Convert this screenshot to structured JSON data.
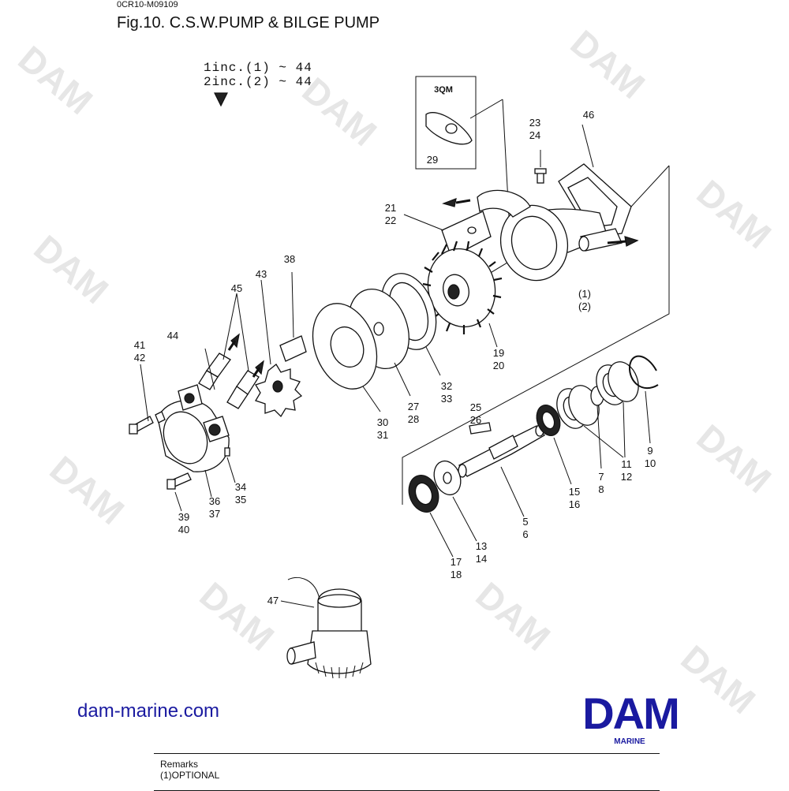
{
  "header": {
    "doc_code": "0CR10-M09109",
    "figure_title": "Fig.10.  C.S.W.PUMP & BILGE PUMP"
  },
  "inclusion_notes": [
    "1inc.(1) ~ 44",
    "2inc.(2) ~ 44"
  ],
  "optional_box_label": "3QM",
  "callouts": [
    {
      "id": "c29",
      "text": "29"
    },
    {
      "id": "c23",
      "text": "23"
    },
    {
      "id": "c24",
      "text": "24"
    },
    {
      "id": "c46",
      "text": "46"
    },
    {
      "id": "c21",
      "text": "21"
    },
    {
      "id": "c22",
      "text": "22"
    },
    {
      "id": "c38",
      "text": "38"
    },
    {
      "id": "c43",
      "text": "43"
    },
    {
      "id": "c45",
      "text": "45"
    },
    {
      "id": "c1",
      "text": "(1)"
    },
    {
      "id": "c2",
      "text": "(2)"
    },
    {
      "id": "c41",
      "text": "41"
    },
    {
      "id": "c42",
      "text": "42"
    },
    {
      "id": "c44",
      "text": "44"
    },
    {
      "id": "c19",
      "text": "19"
    },
    {
      "id": "c20",
      "text": "20"
    },
    {
      "id": "c32",
      "text": "32"
    },
    {
      "id": "c33",
      "text": "33"
    },
    {
      "id": "c27",
      "text": "27"
    },
    {
      "id": "c28",
      "text": "28"
    },
    {
      "id": "c30",
      "text": "30"
    },
    {
      "id": "c31",
      "text": "31"
    },
    {
      "id": "c25",
      "text": "25"
    },
    {
      "id": "c26",
      "text": "26"
    },
    {
      "id": "c9",
      "text": "9"
    },
    {
      "id": "c10",
      "text": "10"
    },
    {
      "id": "c11",
      "text": "11"
    },
    {
      "id": "c12",
      "text": "12"
    },
    {
      "id": "c7",
      "text": "7"
    },
    {
      "id": "c8",
      "text": "8"
    },
    {
      "id": "c15",
      "text": "15"
    },
    {
      "id": "c16",
      "text": "16"
    },
    {
      "id": "c34",
      "text": "34"
    },
    {
      "id": "c35",
      "text": "35"
    },
    {
      "id": "c36",
      "text": "36"
    },
    {
      "id": "c37",
      "text": "37"
    },
    {
      "id": "c39",
      "text": "39"
    },
    {
      "id": "c40",
      "text": "40"
    },
    {
      "id": "c5",
      "text": "5"
    },
    {
      "id": "c6",
      "text": "6"
    },
    {
      "id": "c13",
      "text": "13"
    },
    {
      "id": "c14",
      "text": "14"
    },
    {
      "id": "c17",
      "text": "17"
    },
    {
      "id": "c18",
      "text": "18"
    },
    {
      "id": "c47",
      "text": "47"
    }
  ],
  "watermark_text": "DAM",
  "footer": {
    "website": "dam-marine.com",
    "logo_text": "DAM",
    "logo_subtext": "MARINE",
    "remarks_title": "Remarks",
    "remarks_line": "(1)OPTIONAL"
  },
  "colors": {
    "logo_blue": "#1a1aa0",
    "line": "#111111",
    "watermark": "#e6e6e6"
  }
}
